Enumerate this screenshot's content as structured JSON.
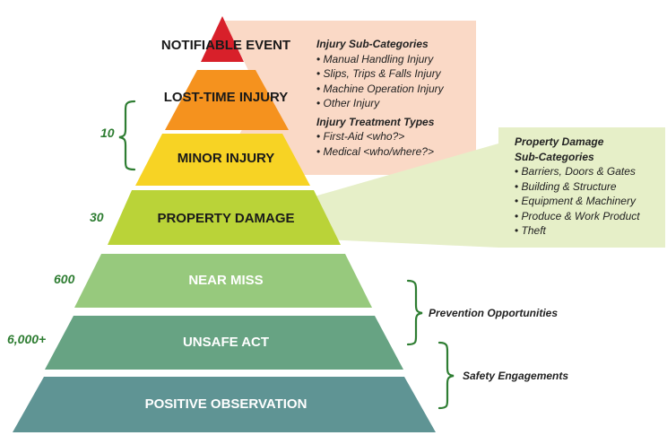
{
  "tiers": [
    {
      "label": "NOTIFIABLE EVENT",
      "color": "#d8202a",
      "text_color": "#1a1a1a"
    },
    {
      "label": "LOST-TIME INJURY",
      "color": "#f5921e",
      "text_color": "#1a1a1a"
    },
    {
      "label": "MINOR INJURY",
      "color": "#f7d324",
      "text_color": "#1a1a1a"
    },
    {
      "label": "PROPERTY DAMAGE",
      "color": "#bad338",
      "text_color": "#1a1a1a"
    },
    {
      "label": "NEAR MISS",
      "color": "#97c97d",
      "text_color": "#ffffff"
    },
    {
      "label": "UNSAFE ACT",
      "color": "#67a383",
      "text_color": "#ffffff"
    },
    {
      "label": "POSITIVE OBSERVATION",
      "color": "#5f9494",
      "text_color": "#ffffff"
    }
  ],
  "counts": {
    "minor_injury": "10",
    "property_damage": "30",
    "near_miss": "600",
    "unsafe_act": "6,000+"
  },
  "injury_callout": {
    "subcategories_heading": "Injury Sub-Categories",
    "subcategories": [
      "Manual Handling Injury",
      "Slips, Trips & Falls Injury",
      "Machine Operation Injury",
      "Other Injury"
    ],
    "treatment_heading": "Injury Treatment Types",
    "treatment_types": [
      "First-Aid <who?>",
      "Medical <who/where?>"
    ],
    "background": "#fad9c6"
  },
  "property_callout": {
    "heading_line1": "Property Damage",
    "heading_line2": "Sub-Categories",
    "items": [
      "Barriers, Doors & Gates",
      "Building & Structure",
      "Equipment & Machinery",
      "Produce & Work Product",
      "Theft"
    ],
    "background": "#e6efc8"
  },
  "brackets": {
    "prevention": "Prevention Opportunities",
    "safety": "Safety Engagements",
    "color": "#2e7d32"
  }
}
